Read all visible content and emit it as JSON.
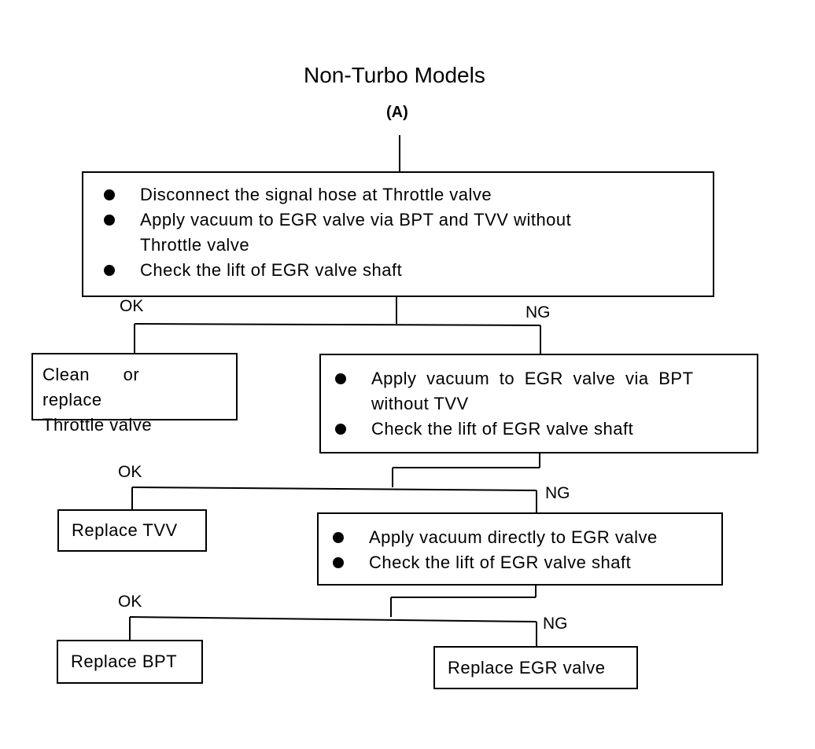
{
  "title": "Non-Turbo Models",
  "subtitle": "(A)",
  "step1": {
    "items": [
      "Disconnect the signal hose at Throttle valve",
      "Apply vacuum to EGR valve via BPT and TVV without",
      "Throttle valve",
      "Check the lift of EGR valve shaft"
    ]
  },
  "branch1": {
    "ok": "OK",
    "ng": "NG"
  },
  "result1_ok": {
    "line1": "Clean or replace",
    "line2": "Throttle valve"
  },
  "step2": {
    "items": [
      "Apply vacuum to EGR valve via BPT",
      "without TVV",
      "Check the lift of EGR valve shaft"
    ]
  },
  "branch2": {
    "ok": "OK",
    "ng": "NG"
  },
  "result2_ok": "Replace TVV",
  "step3": {
    "items": [
      "Apply vacuum directly to EGR valve",
      "Check the lift of EGR valve shaft"
    ]
  },
  "branch3": {
    "ok": "OK",
    "ng": "NG"
  },
  "result3_ok": "Replace BPT",
  "result3_ng": "Replace EGR valve"
}
